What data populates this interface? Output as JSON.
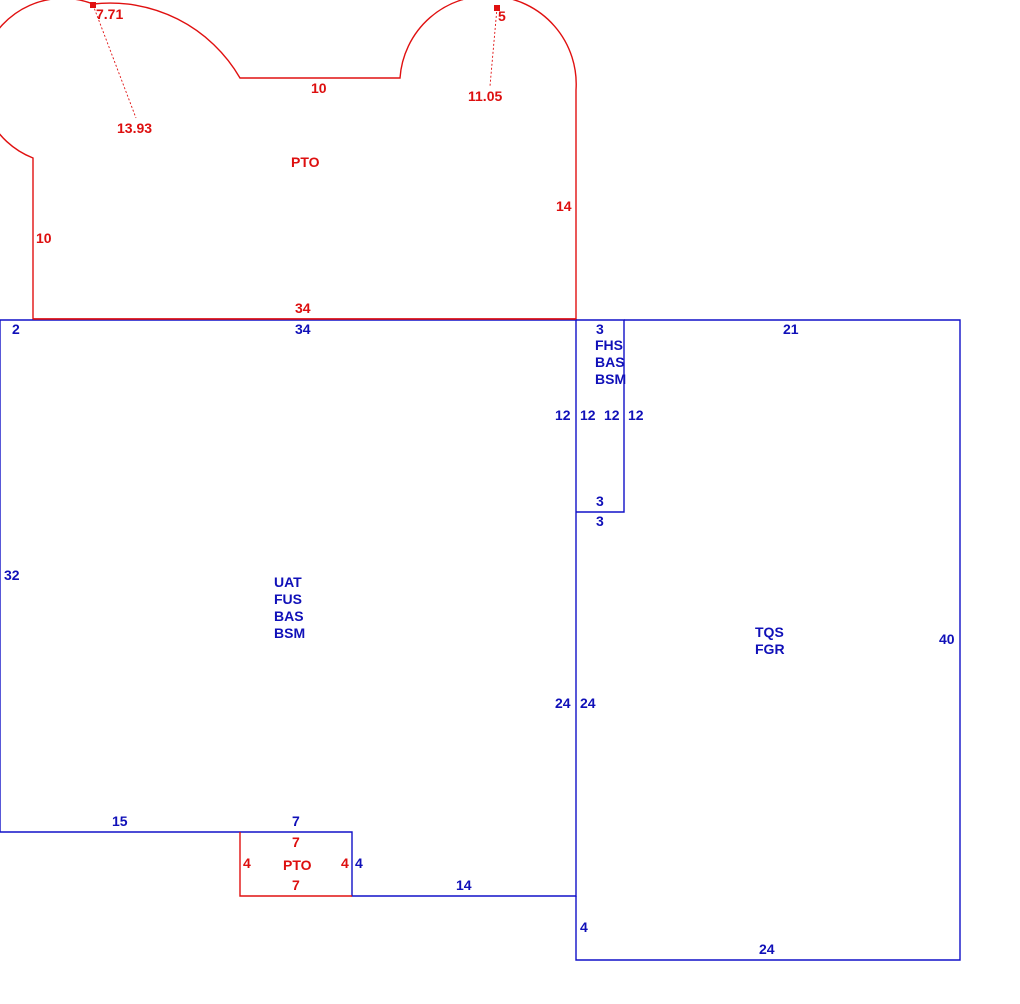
{
  "colors": {
    "main_outline": "#1010c8",
    "patio_outline": "#e01010"
  },
  "main_area": {
    "codes": [
      "UAT",
      "FUS",
      "BAS",
      "BSM"
    ],
    "dims": {
      "top": "34",
      "top_left": "2",
      "left": "32",
      "bottom_left": "15",
      "notch_top": "7",
      "notch_right": "4",
      "bottom_right": "14",
      "right_upper": "12",
      "right_lower": "24"
    }
  },
  "small_room": {
    "codes": [
      "FHS",
      "BAS",
      "BSM"
    ],
    "dims": {
      "top": "3",
      "left": "12",
      "right": "12",
      "bottom_inner": "3",
      "bottom_outer": "3"
    }
  },
  "garage": {
    "codes": [
      "TQS",
      "FGR"
    ],
    "dims": {
      "top": "21",
      "right": "40",
      "bottom": "24",
      "left_upper": "12",
      "left_lower": "24",
      "left_bottom": "4"
    }
  },
  "top_patio": {
    "code": "PTO",
    "dims": {
      "bottom": "34",
      "left": "10",
      "middle": "10",
      "right": "14",
      "arc_left_chord": "7.71",
      "arc_left_radius": "13.93",
      "arc_right_chord": "5",
      "arc_right_radius": "11.05"
    }
  },
  "bottom_patio": {
    "code": "PTO",
    "dims": {
      "top": "7",
      "bottom": "7",
      "left": "4",
      "right": "4"
    }
  }
}
